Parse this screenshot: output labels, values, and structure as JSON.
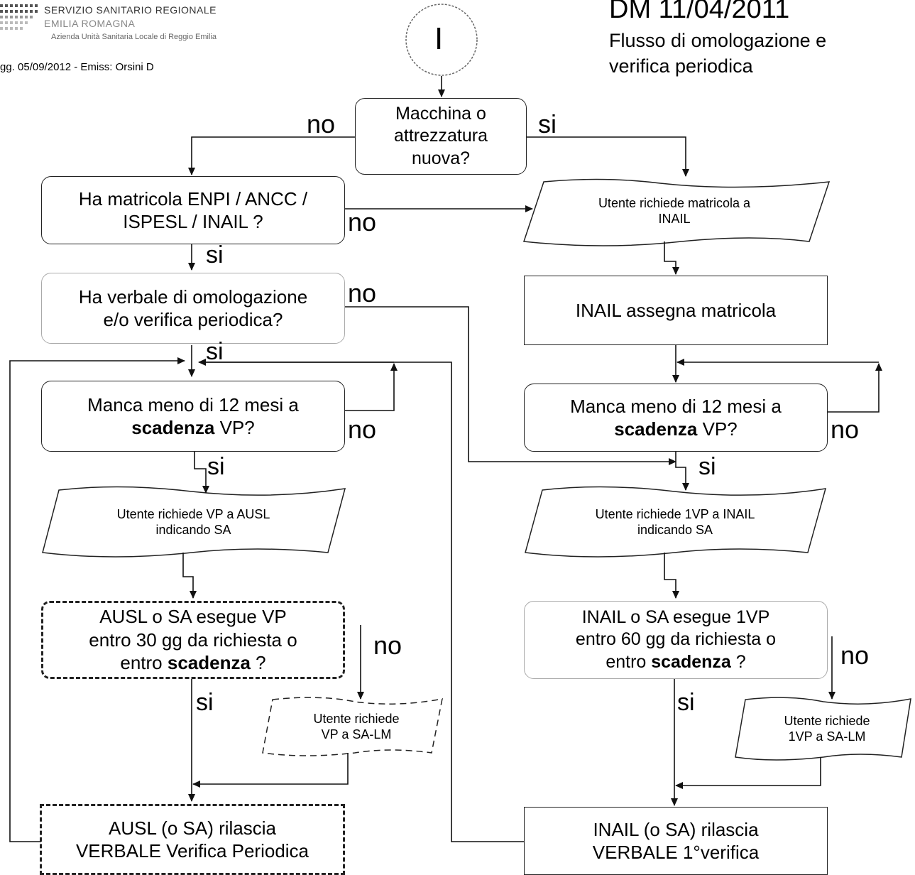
{
  "header": {
    "title": "DM 11/04/2011",
    "subtitle_line1": "Flusso di omologazione e",
    "subtitle_line2": "verifica periodica",
    "org_line1": "SERVIZIO SANITARIO REGIONALE",
    "org_line2": "EMILIA ROMAGNA",
    "org_line3": "Azienda Unità Sanitaria Locale di Reggio Emilia",
    "revision": "gg. 05/09/2012 - Emiss: Orsini D"
  },
  "nodes": {
    "start": "I",
    "q_new": [
      "Macchina o",
      "attrezzatura",
      "nuova?"
    ],
    "q_matricola": [
      "Ha matricola ENPI / ANCC /",
      "ISPESL / INAIL ?"
    ],
    "q_verbale": [
      "Ha verbale di omologazione",
      "e/o verifica periodica?"
    ],
    "q_scad_left": [
      "Manca meno di 12 mesi a",
      "scadenza",
      " VP?"
    ],
    "io_req_vp_ausl": [
      "Utente richiede VP a AUSL",
      "indicando SA"
    ],
    "q_ausl_exec": [
      "AUSL o SA esegue VP",
      "entro 30 gg da richiesta o",
      "entro ",
      "scadenza",
      " ?"
    ],
    "io_req_vp_salm": [
      "Utente richiede",
      "VP a SA-LM"
    ],
    "end_left": [
      "AUSL (o SA) rilascia",
      "VERBALE Verifica Periodica"
    ],
    "io_req_matricola": [
      "Utente richiede matricola a",
      "INAIL"
    ],
    "p_inail_assegna": "INAIL assegna matricola",
    "q_scad_right": [
      "Manca meno di 12 mesi a",
      "scadenza",
      " VP?"
    ],
    "io_req_1vp_inail": [
      "Utente richiede 1VP a INAIL",
      "indicando SA"
    ],
    "q_inail_exec": [
      "INAIL o SA esegue 1VP",
      "entro 60 gg da richiesta o",
      "entro ",
      "scadenza",
      " ?"
    ],
    "io_req_1vp_salm": [
      "Utente richiede",
      "1VP a SA-LM"
    ],
    "end_right": [
      "INAIL (o SA) rilascia",
      "VERBALE 1°verifica"
    ]
  },
  "edge_labels": {
    "yes": "si",
    "no": "no"
  }
}
